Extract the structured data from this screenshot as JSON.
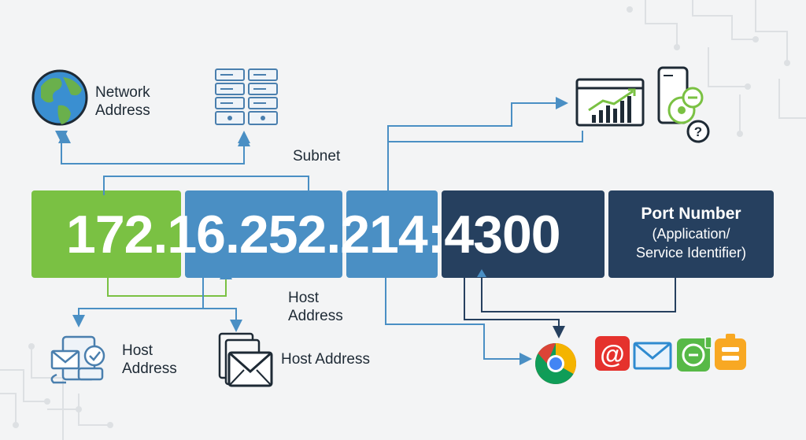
{
  "labels": {
    "network_address": [
      "Network",
      "Address"
    ],
    "subnet": "Subnet",
    "host_address_center": [
      "Host",
      "Address"
    ],
    "host_address_left": [
      "Host",
      "Address"
    ],
    "host_address_right": "Host Address"
  },
  "ip": {
    "text": "172.16.252.214:4300"
  },
  "port_box": {
    "title": "Port Number",
    "subtitle_line1": "(Application/",
    "subtitle_line2": "Service Identifier)"
  },
  "colors": {
    "green": "#7ac143",
    "blue": "#4a8fc4",
    "blue_mid": "#3f86bd",
    "navy": "#26405f",
    "arrow": "#4a8fc4",
    "arrow_dark": "#26405f"
  },
  "icons": [
    "globe-icon",
    "server-rack-icon",
    "analytics-dashboard-icon",
    "mobile-settings-icon",
    "help-icon",
    "email-devices-icon",
    "envelope-icon",
    "chrome-icon",
    "at-mail-icon",
    "mail-icon",
    "phone-app-icon",
    "stack-app-icon"
  ]
}
